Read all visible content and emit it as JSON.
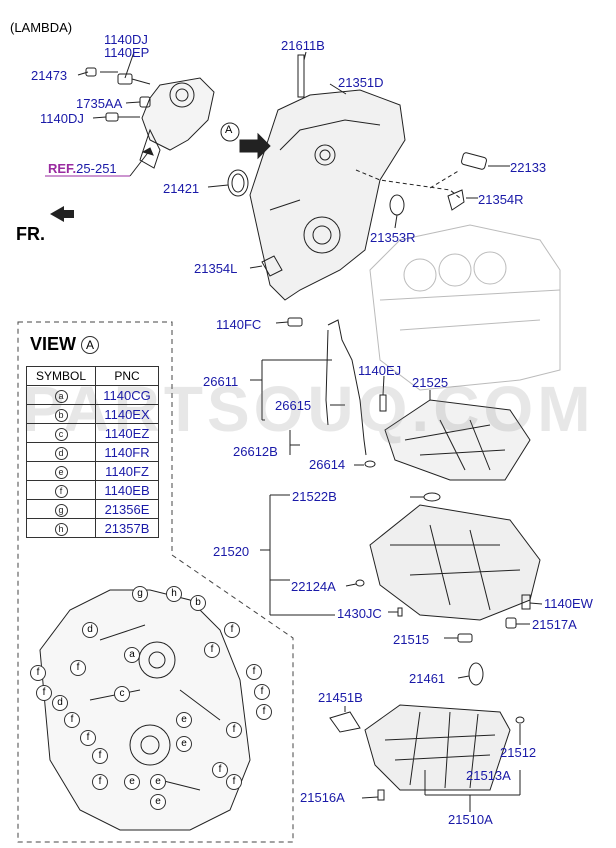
{
  "header": {
    "variant": "(LAMBDA)",
    "front_marker": "FR."
  },
  "ref": {
    "prefix": "REF.",
    "number": "25-251"
  },
  "view_marker": "A",
  "view_table": {
    "title": "VIEW",
    "circle": "A",
    "col_symbol": "SYMBOL",
    "col_pnc": "PNC",
    "rows": [
      {
        "sym": "a",
        "pnc": "1140CG"
      },
      {
        "sym": "b",
        "pnc": "1140EX"
      },
      {
        "sym": "c",
        "pnc": "1140EZ"
      },
      {
        "sym": "d",
        "pnc": "1140FR"
      },
      {
        "sym": "e",
        "pnc": "1140FZ"
      },
      {
        "sym": "f",
        "pnc": "1140EB"
      },
      {
        "sym": "g",
        "pnc": "21356E"
      },
      {
        "sym": "h",
        "pnc": "21357B"
      }
    ]
  },
  "parts": {
    "p1140DJ_a": "1140DJ",
    "p1140EP": "1140EP",
    "p21473": "21473",
    "p1735AA": "1735AA",
    "p1140DJ_b": "1140DJ",
    "p21611B": "21611B",
    "p21351D": "21351D",
    "p22133": "22133",
    "p21421": "21421",
    "p21354R": "21354R",
    "p21353R": "21353R",
    "p21354L": "21354L",
    "p1140FC": "1140FC",
    "p26611": "26611",
    "p26615": "26615",
    "p1140EJ": "1140EJ",
    "p21525": "21525",
    "p26612B": "26612B",
    "p26614": "26614",
    "p21522B": "21522B",
    "p21520": "21520",
    "p22124A": "22124A",
    "p1430JC": "1430JC",
    "p1140EW": "1140EW",
    "p21517A": "21517A",
    "p21515": "21515",
    "p21461": "21461",
    "p21451B": "21451B",
    "p21512": "21512",
    "p21513A": "21513A",
    "p21516A": "21516A",
    "p21510A": "21510A"
  },
  "view_symbols": [
    "a",
    "b",
    "c",
    "d",
    "e",
    "f",
    "g",
    "h"
  ],
  "watermark": "PARTSOUQ.COM"
}
